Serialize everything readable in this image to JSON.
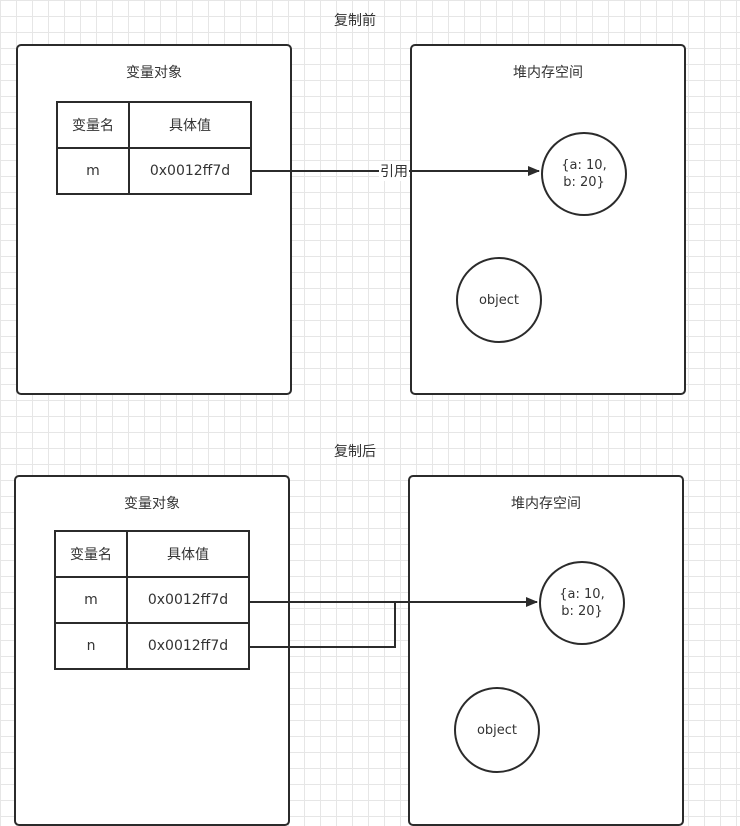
{
  "before": {
    "caption": "复制前",
    "variable_panel": {
      "title": "变量对象",
      "headers": [
        "变量名",
        "具体值"
      ],
      "rows": [
        {
          "name": "m",
          "value": "0x0012ff7d"
        }
      ]
    },
    "heap_panel": {
      "title": "堆内存空间",
      "nodes": [
        "{a: 10,\nb: 20}",
        "object"
      ]
    },
    "arrow_label": "引用"
  },
  "after": {
    "caption": "复制后",
    "variable_panel": {
      "title": "变量对象",
      "headers": [
        "变量名",
        "具体值"
      ],
      "rows": [
        {
          "name": "m",
          "value": "0x0012ff7d"
        },
        {
          "name": "n",
          "value": "0x0012ff7d"
        }
      ]
    },
    "heap_panel": {
      "title": "堆内存空间",
      "nodes": [
        "{a: 10,\nb: 20}",
        "object"
      ]
    }
  },
  "colors": {
    "line": "#2b2b2b",
    "grid": "#e6e6e6"
  }
}
